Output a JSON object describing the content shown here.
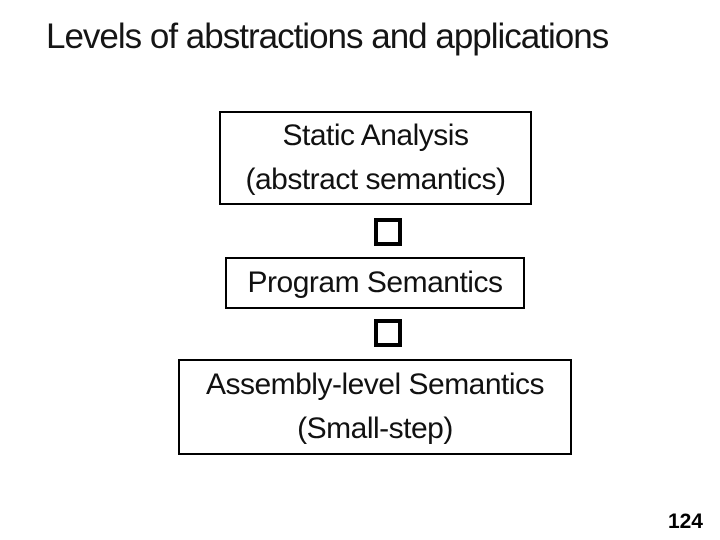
{
  "slide": {
    "title": "Levels of abstractions and applications",
    "page_number": "124",
    "colors": {
      "background": "#ffffff",
      "text": "#111111",
      "box_border": "#000000"
    },
    "diagram": {
      "boxes": [
        {
          "id": "static-analysis",
          "lines": [
            "Static Analysis",
            "(abstract semantics)"
          ]
        },
        {
          "id": "program-semantics",
          "lines": [
            "Program Semantics"
          ]
        },
        {
          "id": "assembly-level-semantics",
          "lines": [
            "Assembly-level Semantics",
            "(Small-step)"
          ]
        }
      ],
      "connectors": [
        {
          "icon": "missing-glyph-square",
          "between": [
            "static-analysis",
            "program-semantics"
          ]
        },
        {
          "icon": "missing-glyph-square",
          "between": [
            "program-semantics",
            "assembly-level-semantics"
          ]
        }
      ]
    }
  }
}
